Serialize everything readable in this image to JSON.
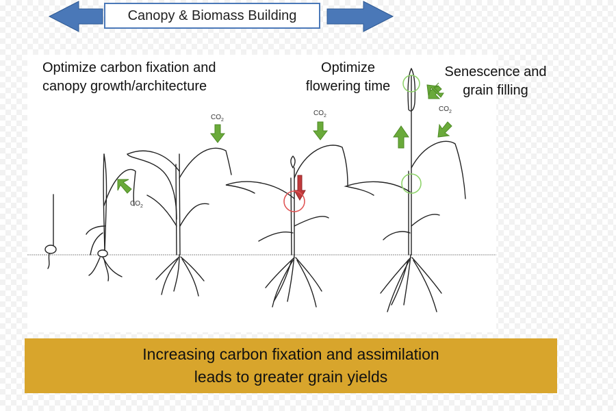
{
  "header": {
    "title": "Canopy & Biomass Building",
    "arrow_color": "#4a78b8"
  },
  "labels": {
    "canopy": [
      "Optimize carbon fixation and",
      "canopy growth/architecture"
    ],
    "flowering": [
      "Optimize",
      "flowering time"
    ],
    "senescence": [
      "Senescence and",
      "grain filling"
    ]
  },
  "co2": {
    "text": "CO",
    "subscript": "2"
  },
  "banner": {
    "lines": [
      "Increasing carbon fixation and assimilation",
      "leads to greater grain yields"
    ],
    "color": "#d8a52c"
  },
  "colors": {
    "green_arrow": "#6aaa3a",
    "red_arrow": "#c0393b",
    "highlight_circle_green": "#8fd36b",
    "highlight_circle_red": "#e05555"
  }
}
